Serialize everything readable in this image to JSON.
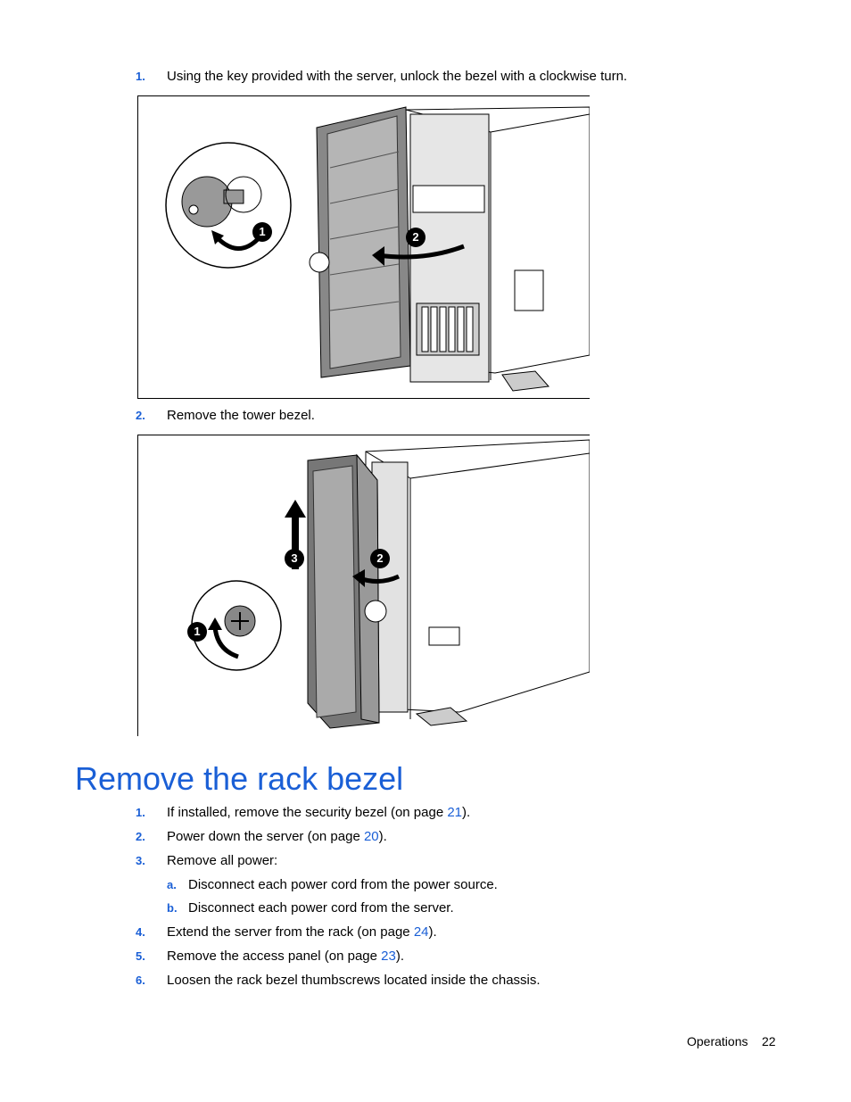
{
  "intro_steps": [
    {
      "num": "1.",
      "text": "Using the key provided with the server, unlock the bezel with a clockwise turn."
    },
    {
      "num": "2.",
      "text": "Remove the tower bezel."
    }
  ],
  "figure1": {
    "callouts": [
      "1",
      "2"
    ]
  },
  "figure2": {
    "callouts": [
      "1",
      "2",
      "3"
    ]
  },
  "section": {
    "title": "Remove the rack bezel",
    "steps": [
      {
        "num": "1.",
        "pre": "If installed, remove the security bezel (on page ",
        "link": "21",
        "post": ")."
      },
      {
        "num": "2.",
        "pre": "Power down the server (on page ",
        "link": "20",
        "post": ")."
      },
      {
        "num": "3.",
        "text": "Remove all power:"
      },
      {
        "num": "a.",
        "text": "Disconnect each power cord from the power source."
      },
      {
        "num": "b.",
        "text": "Disconnect each power cord from the server."
      },
      {
        "num": "4.",
        "pre": "Extend the server from the rack (on page ",
        "link": "24",
        "post": ")."
      },
      {
        "num": "5.",
        "pre": "Remove the access panel (on page ",
        "link": "23",
        "post": ")."
      },
      {
        "num": "6.",
        "text": "Loosen the rack bezel thumbscrews located inside the chassis."
      }
    ]
  },
  "footer": {
    "section": "Operations",
    "page": "22"
  }
}
